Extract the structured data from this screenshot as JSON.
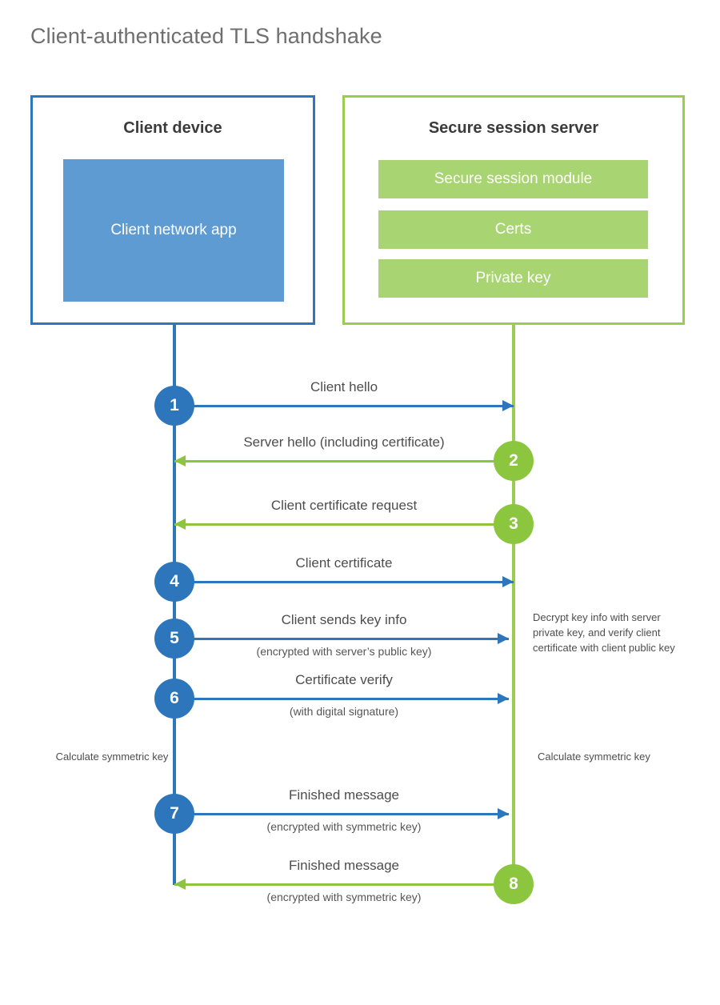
{
  "diagram": {
    "title": "Client-authenticated TLS handshake",
    "colors": {
      "client_blue": "#2e76bc",
      "client_app_fill": "#5e9bd3",
      "server_green": "#9acd4f",
      "server_bar_fill": "#a8d472",
      "arrow_green": "#8cc63e",
      "title_gray": "#6f6f6f"
    },
    "parties": {
      "client": {
        "title": "Client device",
        "inner_block": "Client network app"
      },
      "server": {
        "title": "Secure session server",
        "bars": [
          "Secure session module",
          "Certs",
          "Private key"
        ]
      }
    },
    "messages": [
      {
        "number": "1",
        "label": "Client hello",
        "sublabel": "",
        "direction": "client-to-server",
        "color": "blue"
      },
      {
        "number": "2",
        "label": "Server hello (including certificate)",
        "sublabel": "",
        "direction": "server-to-client",
        "color": "green"
      },
      {
        "number": "3",
        "label": "Client certificate request",
        "sublabel": "",
        "direction": "server-to-client",
        "color": "green"
      },
      {
        "number": "4",
        "label": "Client certificate",
        "sublabel": "",
        "direction": "client-to-server",
        "color": "blue"
      },
      {
        "number": "5",
        "label": "Client sends key info",
        "sublabel": "(encrypted with server’s public key)",
        "direction": "client-to-server",
        "color": "blue"
      },
      {
        "number": "6",
        "label": "Certificate verify",
        "sublabel": "(with digital signature)",
        "direction": "client-to-server",
        "color": "blue"
      },
      {
        "number": "7",
        "label": "Finished message",
        "sublabel": "(encrypted with symmetric key)",
        "direction": "client-to-server",
        "color": "blue"
      },
      {
        "number": "8",
        "label": "Finished message",
        "sublabel": "(encrypted with symmetric key)",
        "direction": "server-to-client",
        "color": "green"
      }
    ],
    "annotations": {
      "server_decrypt": "Decrypt key info with server private key, and verify client certificate with client public key",
      "client_calculate": "Calculate symmetric key",
      "server_calculate": "Calculate symmetric key"
    }
  }
}
